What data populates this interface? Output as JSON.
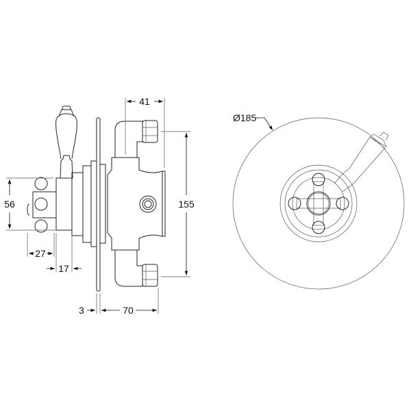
{
  "dimensions": {
    "d41": "41",
    "d155": "155",
    "d56": "56",
    "d27": "27",
    "d17": "17",
    "d3": "3",
    "d70": "70",
    "d185": "Ø185"
  },
  "colors": {
    "line": "#222222",
    "background": "#ffffff"
  }
}
